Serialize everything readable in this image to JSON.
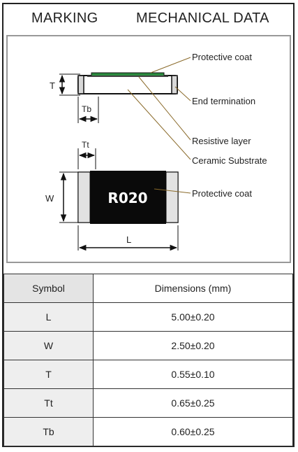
{
  "header": {
    "marking": "MARKING",
    "mechanical": "MECHANICAL DATA"
  },
  "drawing": {
    "labels": {
      "protective_coat_top": "Protective coat",
      "end_termination": "End termination",
      "resistive_layer": "Resistive layer",
      "ceramic_substrate": "Ceramic Substrate",
      "protective_coat_bottom": "Protective coat",
      "dim_T": "T",
      "dim_Tb": "Tb",
      "dim_Tt": "Tt",
      "dim_W": "W",
      "dim_L": "L"
    },
    "marking_code": "R020"
  },
  "table": {
    "headers": {
      "symbol": "Symbol",
      "dimensions": "Dimensions (mm)"
    },
    "rows": [
      {
        "symbol": "L",
        "value": "5.00±0.20"
      },
      {
        "symbol": "W",
        "value": "2.50±0.20"
      },
      {
        "symbol": "T",
        "value": "0.55±0.10"
      },
      {
        "symbol": "Tt",
        "value": "0.65±0.25"
      },
      {
        "symbol": "Tb",
        "value": "0.60±0.25"
      }
    ]
  }
}
